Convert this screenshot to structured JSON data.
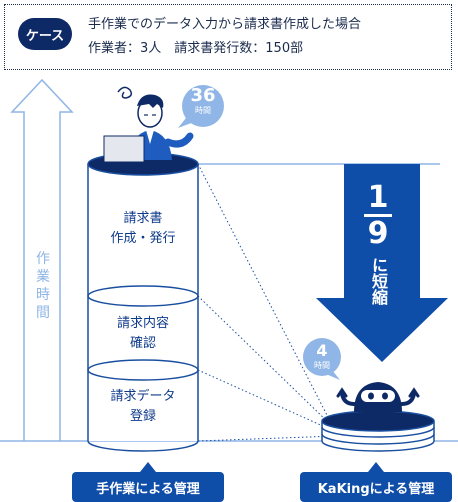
{
  "case": {
    "badge": "ケース",
    "line1": "手作業でのデータ入力から請求書作成した場合",
    "line2": "作業者：3人　請求書発行数：150部"
  },
  "axis_label": "作業時間",
  "segments": {
    "top": [
      "請求書",
      "作成・発行"
    ],
    "middle": [
      "請求内容",
      "確認"
    ],
    "bottom": [
      "請求データ",
      "登録"
    ]
  },
  "bubble_manual": {
    "value": "36",
    "unit": "時間"
  },
  "bubble_kaking": {
    "value": "4",
    "unit": "時間"
  },
  "reduction": {
    "numerator": "1",
    "denominator": "9",
    "suffix": "に短縮"
  },
  "footer": {
    "manual_label": "手作業による管理",
    "kaking_label": "KaKingによる管理"
  },
  "colors": {
    "navy": "#0e2a66",
    "blue": "#0f4ea8",
    "light_blue": "#8fb6e6",
    "cylinder_line": "#1a4fa0"
  }
}
